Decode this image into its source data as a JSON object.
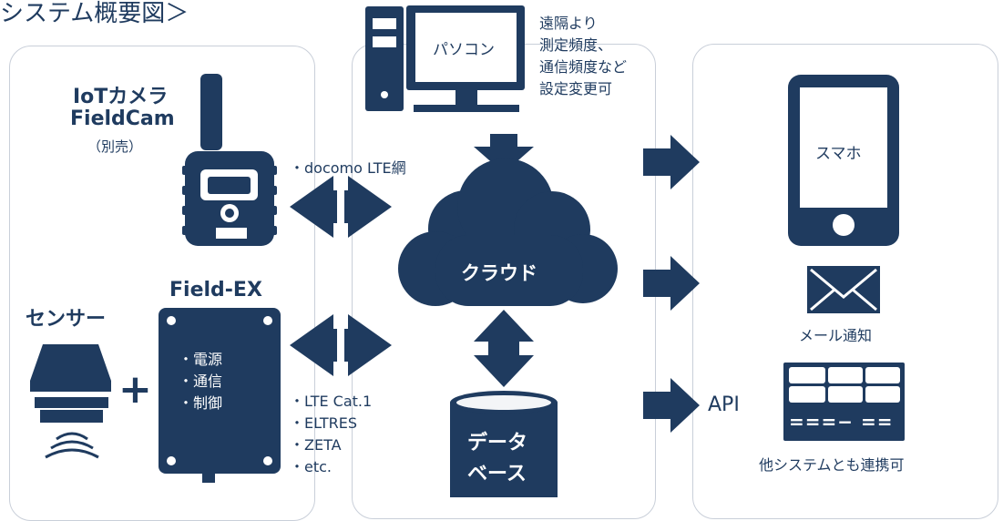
{
  "title": "システム概要図＞",
  "colors": {
    "navy": "#1f3b5f",
    "panel_border": "#c9cfd9",
    "white": "#ffffff"
  },
  "camera": {
    "name": "IoTカメラ",
    "model": "FieldCam",
    "note": "（別売）"
  },
  "pc": {
    "label": "パソコン",
    "note_lines": [
      "遠隔より",
      "測定頻度、",
      "通信頻度など",
      "設定変更可"
    ]
  },
  "network_top": "・docomo LTE網",
  "cloud": {
    "label": "クラウド"
  },
  "sensor": {
    "label": "センサー",
    "plus": "+"
  },
  "device": {
    "name": "Field-EX",
    "features": [
      "・電源",
      "・通信",
      "・制御"
    ]
  },
  "network_bottom": [
    "・LTE Cat.1",
    "・ELTRES",
    "・ZETA",
    "・etc."
  ],
  "database": {
    "lines": [
      "データ",
      "ベース"
    ]
  },
  "phone": {
    "label": "スマホ"
  },
  "mail": {
    "label": "メール通知"
  },
  "api": {
    "label": "API",
    "screen_text": "===− ==",
    "note": "他システムとも連携可"
  }
}
